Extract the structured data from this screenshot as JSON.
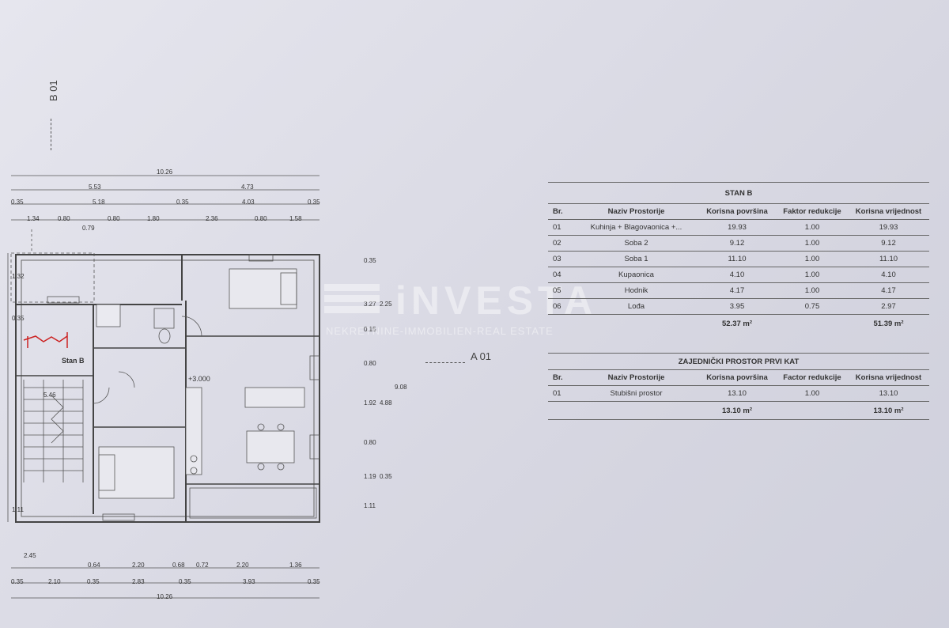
{
  "labels": {
    "b01": "B 01",
    "a01": "A 01",
    "stan_b_plan": "Stan B",
    "elevation": "+3.000"
  },
  "watermark": {
    "name": "iNVESTA",
    "sub": "NEKRETNINE-IMMOBILIEN-REAL ESTATE"
  },
  "dimensions": {
    "top_total": "10.26",
    "top_row2": [
      "5.53",
      "4.73"
    ],
    "top_row3": [
      "0.35",
      "5.18",
      "0.35",
      "4.03",
      "0.35"
    ],
    "top_row4": [
      "1.34",
      "0.80",
      "0.80",
      "1.80",
      "2.36",
      "0.80",
      "1.58"
    ],
    "top_sub": "0.79",
    "bottom_row1": [
      "0.64",
      "2.20",
      "0.68",
      "0.72",
      "2.20",
      "1.36"
    ],
    "bottom_row2": [
      "0.35",
      "2.10",
      "0.35",
      "2.83",
      "0.35",
      "3.93",
      "0.35"
    ],
    "bottom_total": "10.26",
    "bottom_left": "2.45",
    "right_col": [
      "0.35",
      "3.27",
      "0.15",
      "0.80",
      "1.92",
      "4.88",
      "0.80",
      "1.19",
      "0.35",
      "1.11"
    ],
    "right_other": [
      "2.25",
      "9.08"
    ],
    "left_col": [
      "1.32",
      "0.35",
      "5.46",
      "1.11"
    ]
  },
  "table_stan": {
    "title": "STAN B",
    "headers": [
      "Br.",
      "Naziv Prostorije",
      "Korisna površina",
      "Faktor redukcije",
      "Korisna vrijednost"
    ],
    "rows": [
      [
        "01",
        "Kuhinja + Blagovaonica +...",
        "19.93",
        "1.00",
        "19.93"
      ],
      [
        "02",
        "Soba 2",
        "9.12",
        "1.00",
        "9.12"
      ],
      [
        "03",
        "Soba 1",
        "11.10",
        "1.00",
        "11.10"
      ],
      [
        "04",
        "Kupaonica",
        "4.10",
        "1.00",
        "4.10"
      ],
      [
        "05",
        "Hodnik",
        "4.17",
        "1.00",
        "4.17"
      ],
      [
        "06",
        "Lođa",
        "3.95",
        "0.75",
        "2.97"
      ]
    ],
    "total_area": "52.37 m²",
    "total_value": "51.39 m²"
  },
  "table_common": {
    "title": "ZAJEDNIČKI PROSTOR PRVI KAT",
    "headers": [
      "Br.",
      "Naziv Prostorije",
      "Korisna površina",
      "Factor redukcije",
      "Korisna vrijednost"
    ],
    "rows": [
      [
        "01",
        "Stubišni prostor",
        "13.10",
        "1.00",
        "13.10"
      ]
    ],
    "total_area": "13.10 m²",
    "total_value": "13.10 m²"
  }
}
